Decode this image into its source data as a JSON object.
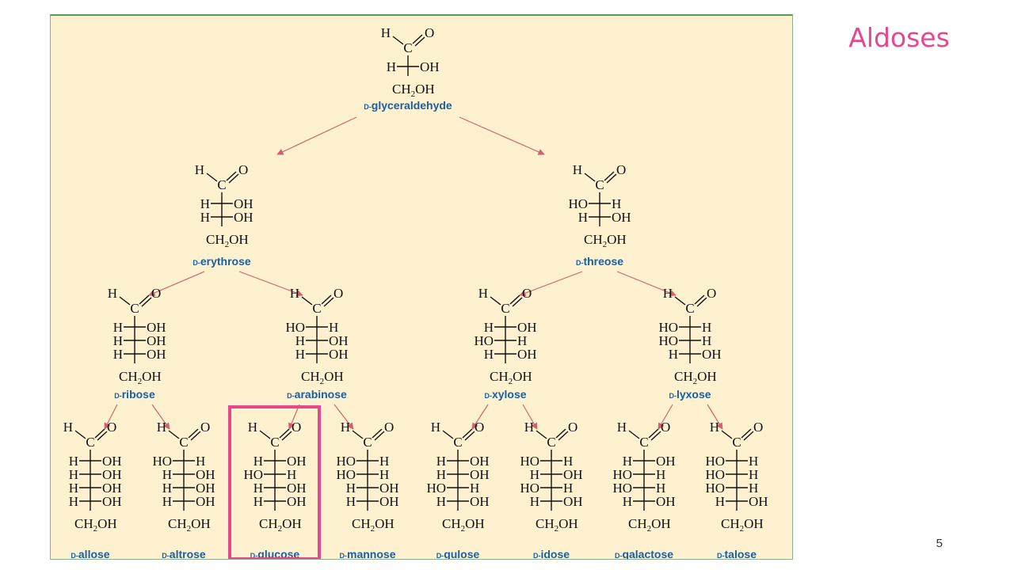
{
  "slide": {
    "title": "Aldoses",
    "page_number": "5",
    "highlight_color": "#e5488f",
    "highlighted": "glucose"
  },
  "labels": {
    "d_prefix": "D-",
    "h": "H",
    "o": "O",
    "c": "C",
    "oh": "OH",
    "ho": "HO",
    "ch2": "CH",
    "two": "2",
    "oh_end": "OH"
  },
  "colors": {
    "panel_background": "#fdf1d0",
    "name_color": "#1a5fa0",
    "arrow_color": "#d06270",
    "frame_color": "#5a9a5a"
  },
  "sugars": [
    {
      "id": "glyceraldehyde",
      "name": "glyceraldehyde",
      "configuration": [
        "R"
      ]
    },
    {
      "id": "erythrose",
      "name": "erythrose",
      "configuration": [
        "R",
        "R"
      ]
    },
    {
      "id": "threose",
      "name": "threose",
      "configuration": [
        "L",
        "R"
      ]
    },
    {
      "id": "ribose",
      "name": "ribose",
      "configuration": [
        "R",
        "R",
        "R"
      ]
    },
    {
      "id": "arabinose",
      "name": "arabinose",
      "configuration": [
        "L",
        "R",
        "R"
      ]
    },
    {
      "id": "xylose",
      "name": "xylose",
      "configuration": [
        "R",
        "L",
        "R"
      ]
    },
    {
      "id": "lyxose",
      "name": "lyxose",
      "configuration": [
        "L",
        "L",
        "R"
      ]
    },
    {
      "id": "allose",
      "name": "allose",
      "configuration": [
        "R",
        "R",
        "R",
        "R"
      ]
    },
    {
      "id": "altrose",
      "name": "altrose",
      "configuration": [
        "L",
        "R",
        "R",
        "R"
      ]
    },
    {
      "id": "glucose",
      "name": "glucose",
      "configuration": [
        "R",
        "L",
        "R",
        "R"
      ]
    },
    {
      "id": "mannose",
      "name": "mannose",
      "configuration": [
        "L",
        "L",
        "R",
        "R"
      ]
    },
    {
      "id": "gulose",
      "name": "gulose",
      "configuration": [
        "R",
        "R",
        "L",
        "R"
      ]
    },
    {
      "id": "idose",
      "name": "idose",
      "configuration": [
        "L",
        "R",
        "L",
        "R"
      ]
    },
    {
      "id": "galactose",
      "name": "galactose",
      "configuration": [
        "R",
        "L",
        "L",
        "R"
      ]
    },
    {
      "id": "talose",
      "name": "talose",
      "configuration": [
        "L",
        "L",
        "L",
        "R"
      ]
    }
  ],
  "derivations": [
    {
      "from": "glyceraldehyde",
      "to": "erythrose"
    },
    {
      "from": "glyceraldehyde",
      "to": "threose"
    },
    {
      "from": "erythrose",
      "to": "ribose"
    },
    {
      "from": "erythrose",
      "to": "arabinose"
    },
    {
      "from": "threose",
      "to": "xylose"
    },
    {
      "from": "threose",
      "to": "lyxose"
    },
    {
      "from": "ribose",
      "to": "allose"
    },
    {
      "from": "ribose",
      "to": "altrose"
    },
    {
      "from": "arabinose",
      "to": "glucose"
    },
    {
      "from": "arabinose",
      "to": "mannose"
    },
    {
      "from": "xylose",
      "to": "gulose"
    },
    {
      "from": "xylose",
      "to": "idose"
    },
    {
      "from": "lyxose",
      "to": "galactose"
    },
    {
      "from": "lyxose",
      "to": "talose"
    }
  ]
}
